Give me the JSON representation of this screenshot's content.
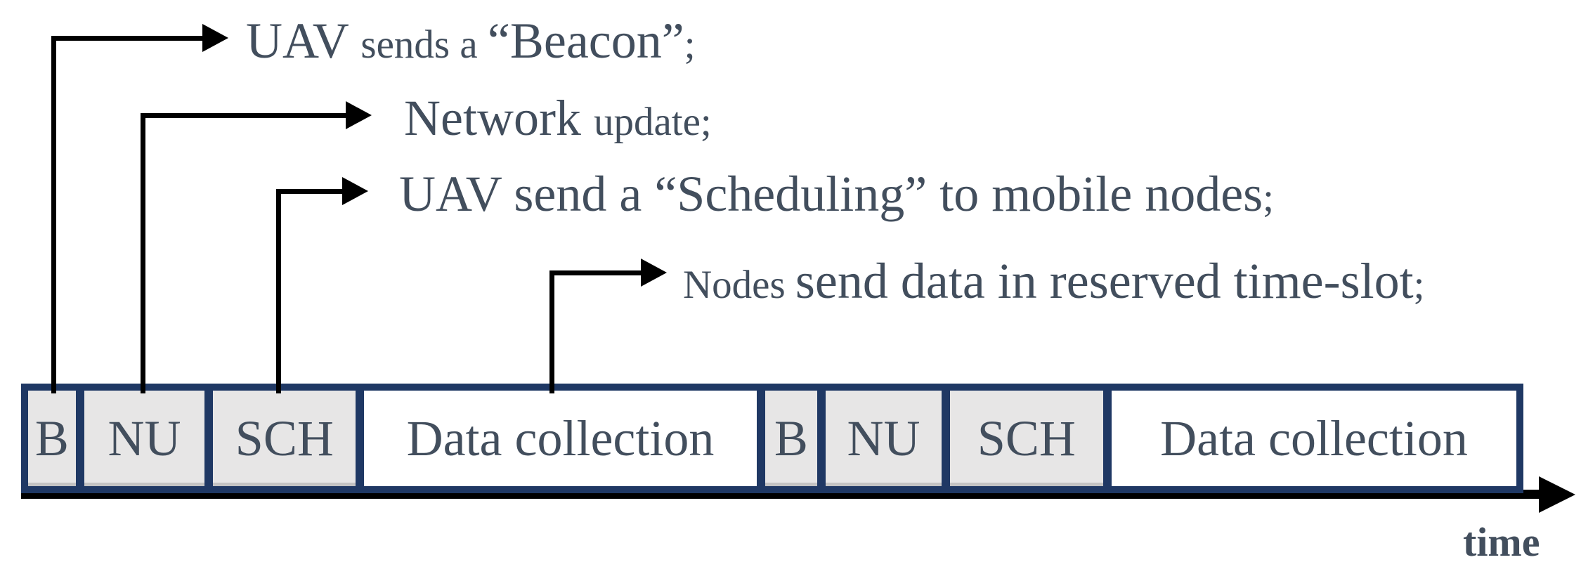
{
  "annotations": {
    "beacon": {
      "pre": "UAV ",
      "mid": "sends a ",
      "main": "“Beacon”",
      "end": ";"
    },
    "network": {
      "main": "Network ",
      "end": "update;"
    },
    "scheduling": {
      "main": "UAV send a “Scheduling” to mobile nodes",
      "end": ";"
    },
    "datacoll": {
      "pre": "Nodes ",
      "main": "send data in reserved time-slot",
      "end": ";"
    }
  },
  "bar": {
    "frames": [
      {
        "segments": [
          {
            "label": "B"
          },
          {
            "label": "NU"
          },
          {
            "label": "SCH"
          },
          {
            "label": "Data collection"
          }
        ]
      },
      {
        "segments": [
          {
            "label": "B"
          },
          {
            "label": "NU"
          },
          {
            "label": "SCH"
          },
          {
            "label": "Data collection"
          }
        ]
      }
    ]
  },
  "axis": {
    "label": "time"
  },
  "colors": {
    "text": "#424e5d",
    "border_navy": "#1f3864",
    "slot_gray": "#e7e6e6",
    "slot_white": "#ffffff",
    "arrow_black": "#000000"
  }
}
